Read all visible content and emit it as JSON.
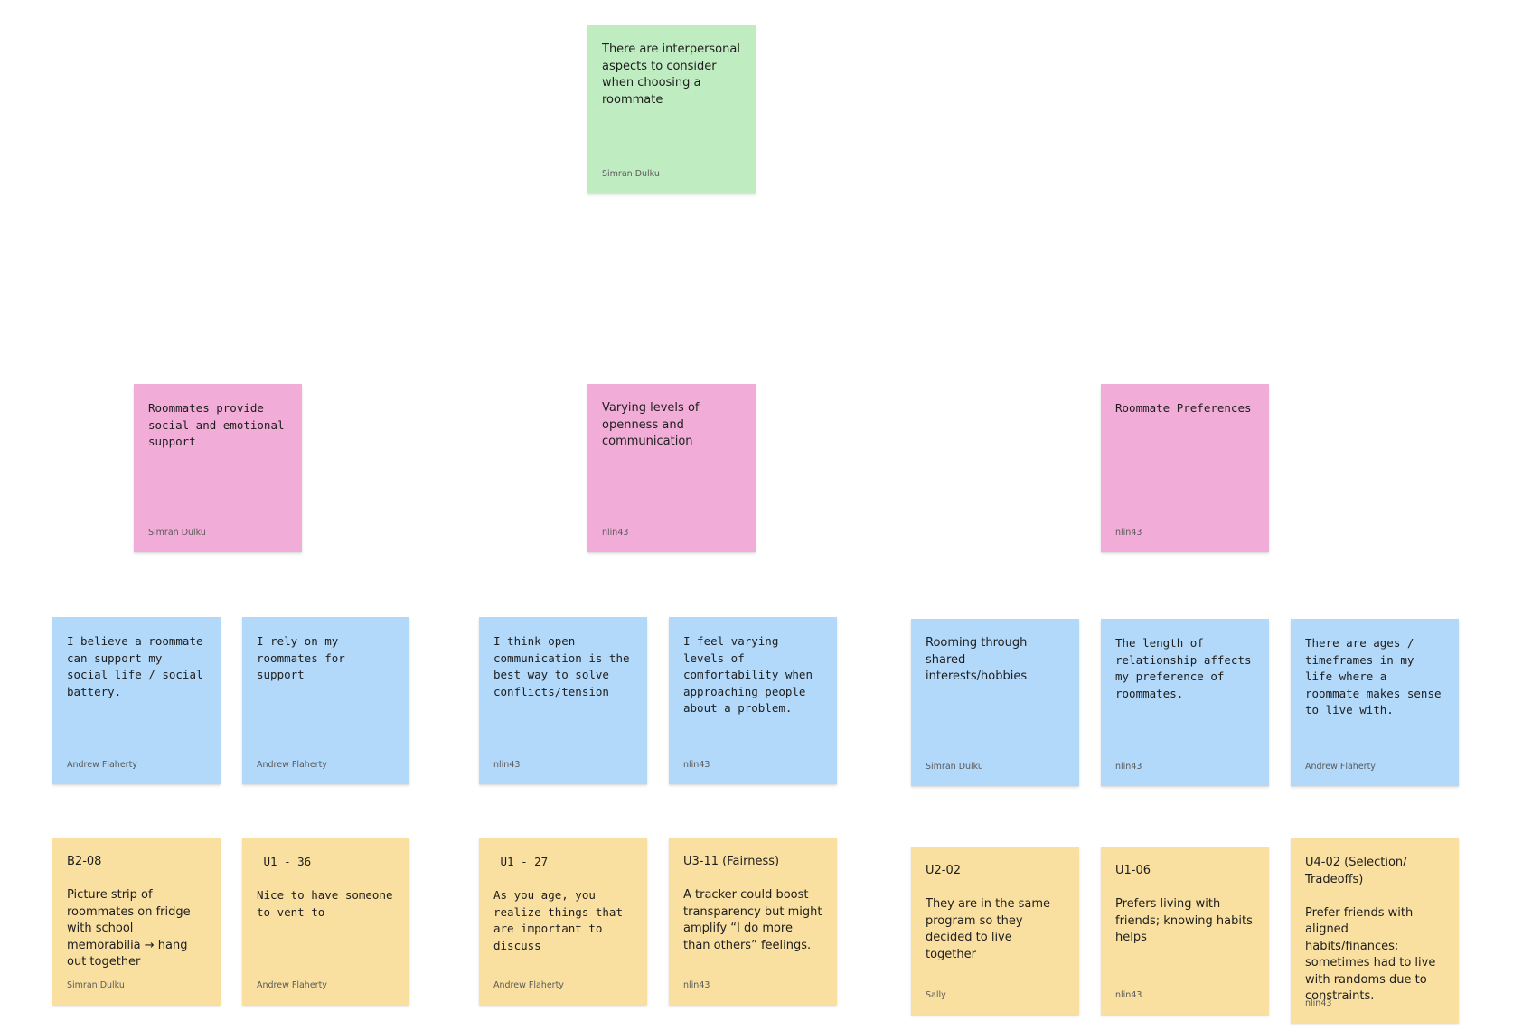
{
  "colors": {
    "green": "#c0ecc2",
    "pink": "#f2acd8",
    "blue": "#b2d8fa",
    "yellow": "#f9e0a0"
  },
  "notes": {
    "root": {
      "text": "There are interpersonal aspects to consider when choosing a roommate",
      "author": "Simran Dulku"
    },
    "theme_support": {
      "text": "Roommates provide social and emotional support",
      "author": "Simran Dulku"
    },
    "theme_openness": {
      "text": "Varying levels of openness and communication",
      "author": "nlin43"
    },
    "theme_preferences": {
      "text": "Roommate Preferences",
      "author": "nlin43"
    },
    "insight_social_battery": {
      "text": "I believe a roommate can support my social life / social battery.",
      "author": "Andrew Flaherty"
    },
    "insight_rely_support": {
      "text": "I rely on my roommates for support",
      "author": "Andrew Flaherty"
    },
    "insight_open_comm": {
      "text": "I think open communication is the best way to solve conflicts/tension",
      "author": "nlin43"
    },
    "insight_comfort": {
      "text": "I feel varying levels of comfortability when approaching people about a problem.",
      "author": "nlin43"
    },
    "insight_shared_interests": {
      "text": "Rooming through shared interests/hobbies",
      "author": "Simran Dulku"
    },
    "insight_relationship_length": {
      "text": "The length of relationship affects my preference of roommates.",
      "author": "nlin43"
    },
    "insight_ages": {
      "text": "There are ages / timeframes in my life where a roommate makes sense to live with.",
      "author": "Andrew Flaherty"
    },
    "obs_b2_08": {
      "text": "B2-08\n\nPicture strip of roommates on fridge with school memorabilia → hang out together",
      "author": "Simran Dulku"
    },
    "obs_u1_36": {
      "text": " U1 - 36\n\nNice to have someone to vent to",
      "author": "Andrew Flaherty"
    },
    "obs_u1_27": {
      "text": " U1 - 27\n\nAs you age, you realize things that are important to discuss",
      "author": "Andrew Flaherty"
    },
    "obs_u3_11": {
      "text": "U3-11 (Fairness)\n\nA tracker could boost transparency but might amplify “I do more than others” feelings.",
      "author": "nlin43"
    },
    "obs_u2_02": {
      "text": "U2-02\n\nThey are in the same program so they decided to live together",
      "author": "Sally"
    },
    "obs_u1_06": {
      "text": "U1-06\n\nPrefers living with friends; knowing habits helps",
      "author": "nlin43"
    },
    "obs_u4_02": {
      "text": "U4-02 (Selection/ Tradeoffs)\n\nPrefer friends with aligned habits/finances; sometimes had to live with randoms due to constraints.",
      "author": "nlin43"
    }
  }
}
